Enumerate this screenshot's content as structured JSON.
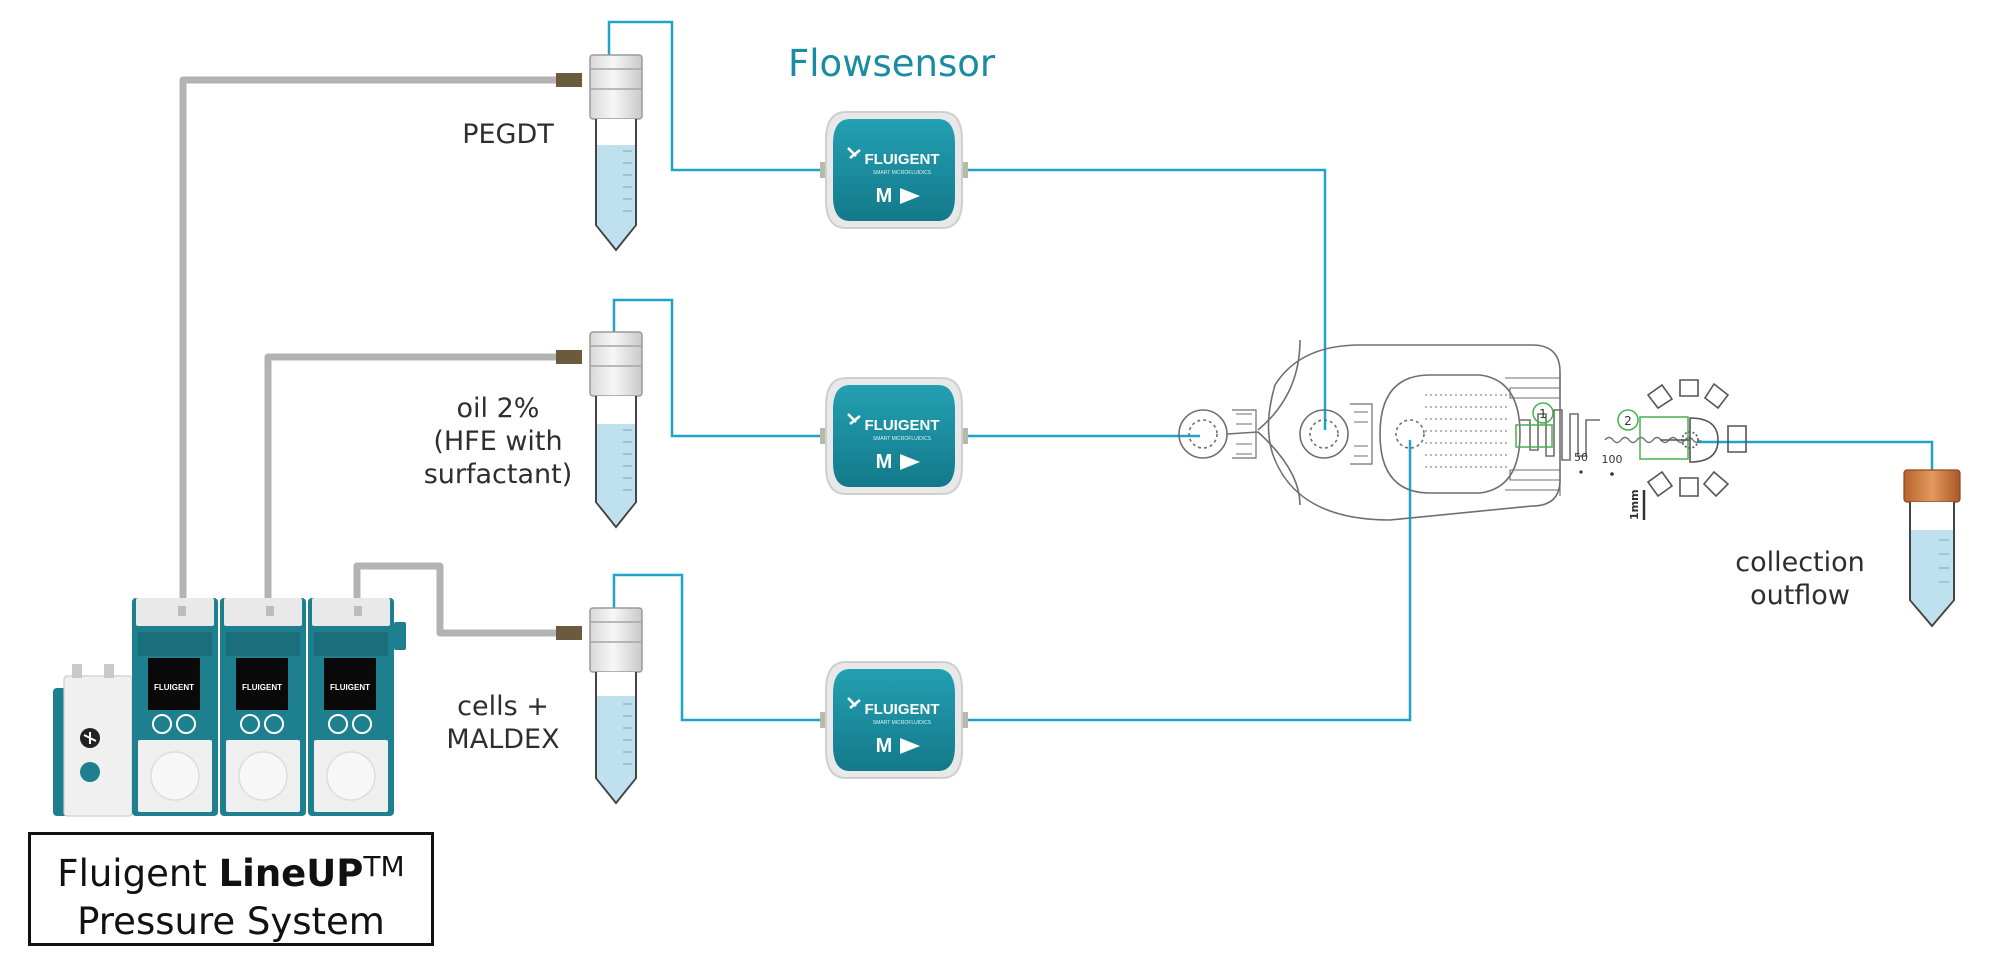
{
  "title": "Flowsensor",
  "colors": {
    "tubing_blue": "#1fa3c9",
    "tubing_gray": "#b3b3b3",
    "device_teal": "#1e7f8e",
    "sensor_teal": "#1b8a9b",
    "liquid_blue": "#bfe0ee"
  },
  "reservoirs": [
    {
      "label": "PEGDT"
    },
    {
      "label_lines": [
        "oil 2%",
        "(HFE with",
        "surfactant)"
      ]
    },
    {
      "label_lines": [
        "cells +",
        "MALDEX"
      ]
    }
  ],
  "sensors": [
    {
      "brand": "FLUIGENT",
      "sub": "SMART MICROFLUIDICS",
      "size": "M"
    },
    {
      "brand": "FLUIGENT",
      "sub": "SMART MICROFLUIDICS",
      "size": "M"
    },
    {
      "brand": "FLUIGENT",
      "sub": "SMART MICROFLUIDICS",
      "size": "M"
    }
  ],
  "pressure_modules": [
    {
      "brand": "FLUIGENT"
    },
    {
      "brand": "FLUIGENT"
    },
    {
      "brand": "FLUIGENT"
    }
  ],
  "chip": {
    "inlet_labels": [
      "1",
      "2"
    ],
    "scale_values": [
      "50",
      "100"
    ],
    "scale_bar": "1mm"
  },
  "collection": {
    "label_lines": [
      "collection",
      "outflow"
    ]
  },
  "system_label": {
    "prefix": "Fluigent ",
    "bold": "LineUP",
    "sup": "TM",
    "line2": "Pressure System"
  }
}
